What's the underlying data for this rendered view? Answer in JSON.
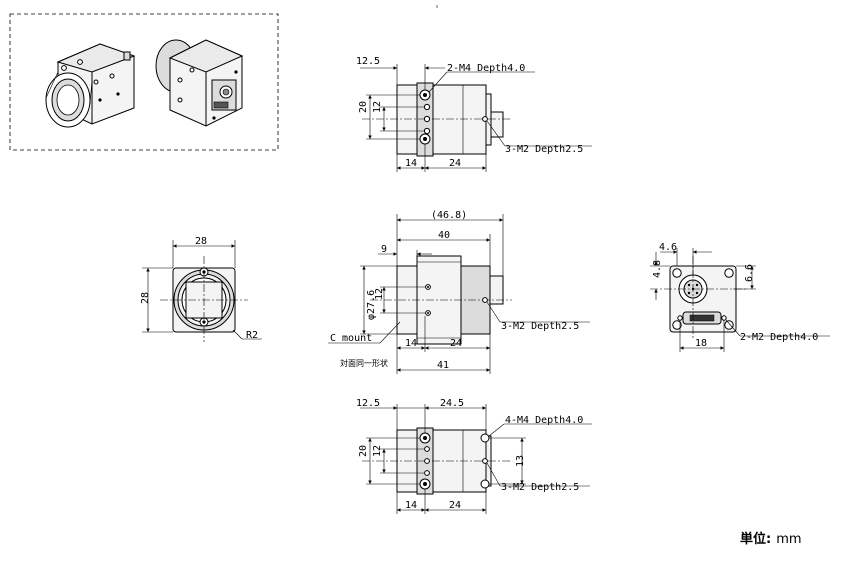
{
  "units": {
    "label": "単位",
    "sep": ":",
    "value": "mm"
  },
  "iso_view": {},
  "top_view": {
    "dim_flange": "12.5",
    "dim_height_outer": "20",
    "dim_height_inner": "12",
    "dim_front": "14",
    "dim_body": "24",
    "note_holes": "2-M4 Depth4.0",
    "note_back": "3-M2 Depth2.5"
  },
  "front_view": {
    "dim_width": "28",
    "dim_height": "28",
    "dim_radius": "R2"
  },
  "side_view": {
    "dim_overall": "(46.8)",
    "dim_body": "40",
    "dim_flange": "9",
    "dim_diameter": "φ27.6",
    "dim_inner": "12",
    "dim_front": "14",
    "dim_rear": "24",
    "dim_total": "41",
    "note_back": "3-M2 Depth2.5",
    "note_mount": "C mount",
    "note_face": "対面同一形状"
  },
  "rear_view": {
    "dim_x": "4.6",
    "dim_y": "4.8",
    "dim_right": "6.6",
    "dim_bottom": "18",
    "note_holes": "2-M2 Depth4.0"
  },
  "bottom_view": {
    "dim_flange": "12.5",
    "dim_depth": "24.5",
    "dim_height_outer": "20",
    "dim_height_inner": "12",
    "dim_right": "13",
    "dim_front": "14",
    "dim_body": "24",
    "note_holes": "4-M4 Depth4.0",
    "note_back": "3-M2 Depth2.5"
  }
}
